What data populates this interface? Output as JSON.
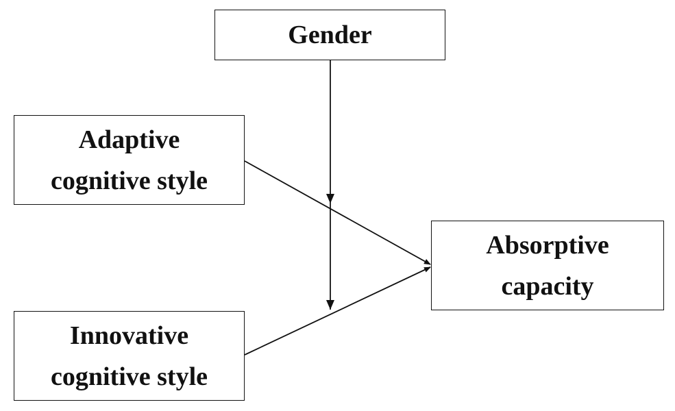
{
  "nodes": {
    "gender": {
      "line1": "Gender"
    },
    "adaptive": {
      "line1": "Adaptive",
      "line2": "cognitive style"
    },
    "innovative": {
      "line1": "Innovative",
      "line2": "cognitive style"
    },
    "absorptive": {
      "line1": "Absorptive",
      "line2": "capacity"
    }
  },
  "edges": [
    {
      "from": "adaptive",
      "to": "absorptive"
    },
    {
      "from": "innovative",
      "to": "absorptive"
    },
    {
      "from": "gender",
      "to": "adaptive-absorptive path (moderation)"
    },
    {
      "from": "gender",
      "to": "innovative-absorptive path (moderation)"
    }
  ],
  "colors": {
    "stroke": "#111111",
    "background": "#ffffff"
  }
}
